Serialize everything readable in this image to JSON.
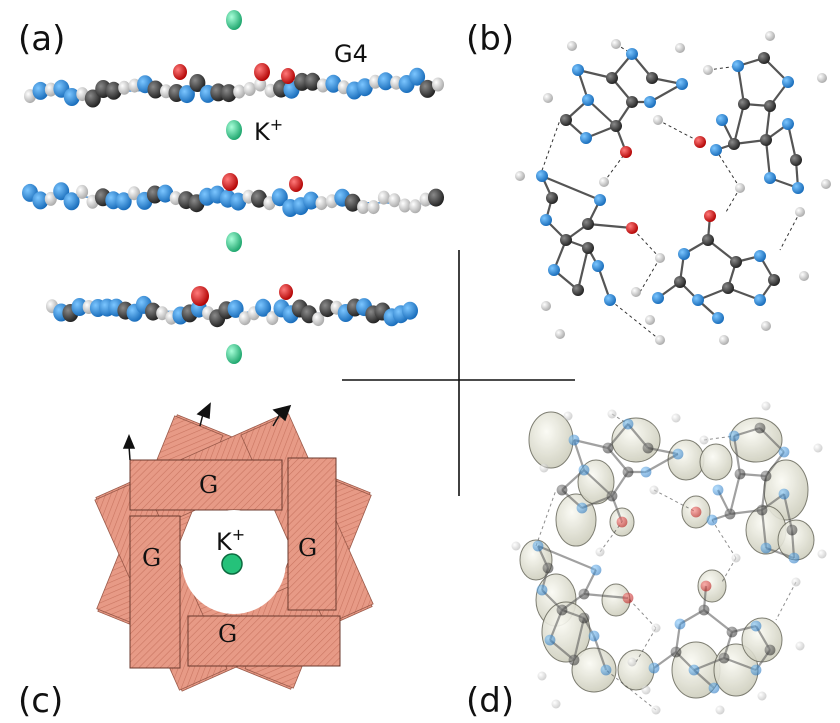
{
  "panels": {
    "a": {
      "label": "(a)",
      "annotation_g4": "G4",
      "annotation_ion": "K",
      "annotation_ion_sup": "+"
    },
    "b": {
      "label": "(b)"
    },
    "c": {
      "label": "(c)",
      "g_labels": [
        "G",
        "G",
        "G",
        "G"
      ],
      "ion": "K",
      "ion_sup": "+"
    },
    "d": {
      "label": "(d)"
    }
  },
  "colors": {
    "carbon": "#3a3a3a",
    "nitrogen": "#2b8ee0",
    "oxygen": "#e01010",
    "hydrogen": "#d8d8d8",
    "potassium": "#2fcf8f",
    "tile_fill": "#e79a86",
    "orbital_surface": "#e9e9de"
  }
}
